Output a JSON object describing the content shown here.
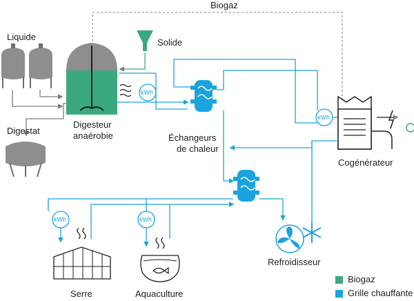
{
  "labels": {
    "biogaz_top": "Biogaz",
    "liquide": "Liquide",
    "solide": "Solide",
    "digestat": "Digestat",
    "digesteur_line1": "Digesteur",
    "digesteur_line2": "anaérobie",
    "echangeurs_line1": "Échangeurs",
    "echangeurs_line2": "de chaleur",
    "cogenerateur": "Cogénérateur",
    "refroidisseur": "Refroidisseur",
    "serre": "Serre",
    "aquaculture": "Aquaculture",
    "kwh": "kWh"
  },
  "legend": [
    {
      "label": "Biogaz",
      "color": "#3aaa7e"
    },
    {
      "label": "Grille chauffante",
      "color": "#1aa3dc"
    }
  ],
  "colors": {
    "heating_line": "#1aa3dc",
    "digester_fill": "#3aaa7e",
    "biogas_dashed": "#8f9a9b",
    "equipment_grey": "#7d7d7d",
    "text": "#1e1e1e"
  },
  "icons": [
    "liquid-tank-icon",
    "solid-hopper-icon",
    "digester-icon",
    "digestate-tank-icon",
    "heat-exchanger-icon",
    "cogenerator-icon",
    "electricity-icon",
    "lightbulb-icon",
    "cooler-fan-icon",
    "snowflake-icon",
    "greenhouse-icon",
    "fishbowl-icon",
    "kwh-meter-icon"
  ]
}
